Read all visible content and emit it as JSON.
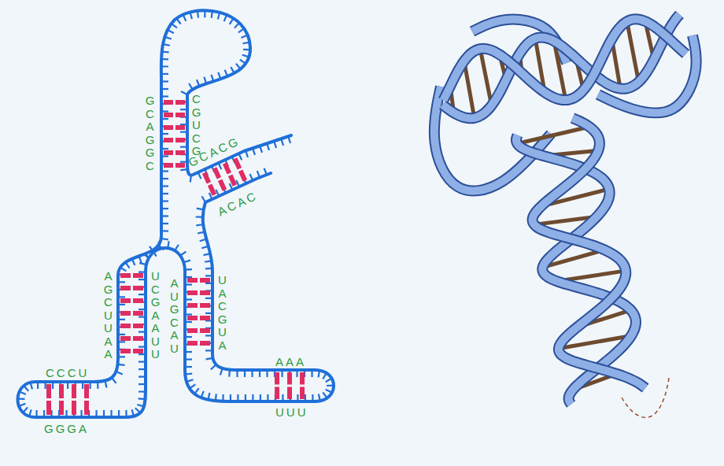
{
  "diagram": {
    "labels": [
      "GCAGGC",
      "CGUCG",
      "GCACG",
      "ACAC",
      "AGCUUAA",
      "UCGAAUU",
      "AUGCAU",
      "UACGUA",
      "CCCU",
      "GGGA",
      "AAA",
      "UUU"
    ]
  }
}
